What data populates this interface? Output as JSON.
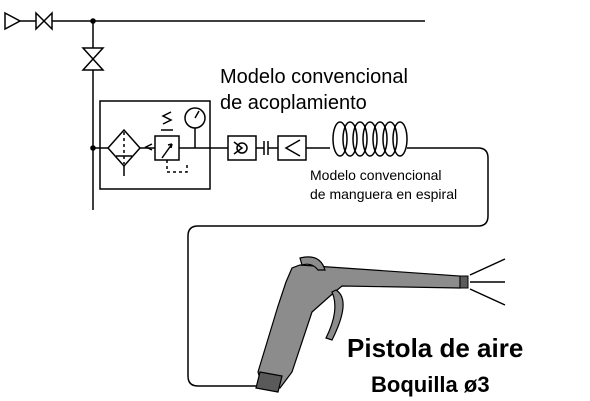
{
  "labels": {
    "coupling": [
      "Modelo convencional",
      "de acoplamiento"
    ],
    "hose": [
      "Modelo convencional",
      "de manguera en espiral"
    ],
    "gun_title": "Pistola de aire",
    "nozzle": "Boquilla  ø3"
  }
}
